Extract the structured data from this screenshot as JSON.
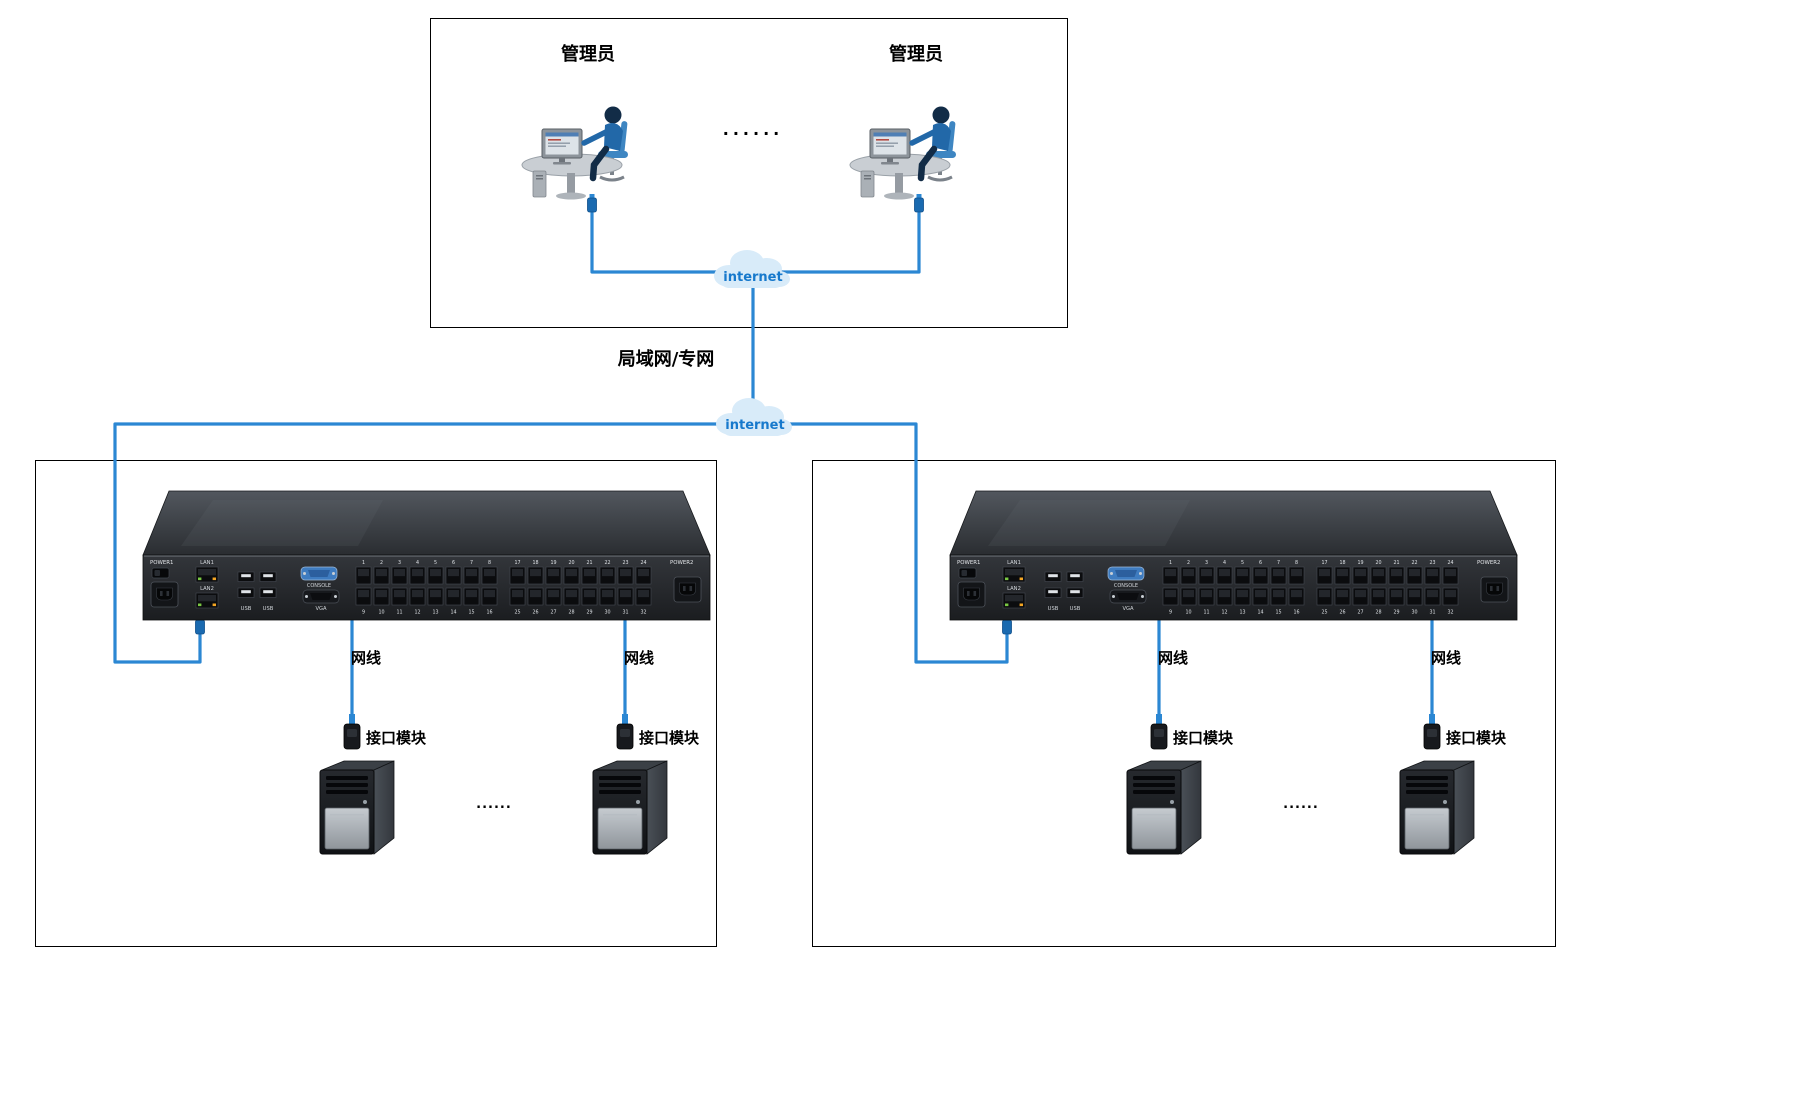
{
  "labels": {
    "admin": "管理员",
    "admin_dots": "......",
    "internet": "internet",
    "lan": "局域网/专网",
    "cable": "网线",
    "module": "接口模块",
    "server_dots": "......"
  },
  "device": {
    "power1": "POWER1",
    "power2": "POWER2",
    "lan1": "LAN1",
    "lan2": "LAN2",
    "usb": "USB",
    "console": "CONSOLE",
    "vga": "VGA",
    "ports_top": [
      "1",
      "2",
      "3",
      "4",
      "5",
      "6",
      "7",
      "8",
      "17",
      "18",
      "19",
      "20",
      "21",
      "22",
      "23",
      "24"
    ],
    "ports_bottom": [
      "9",
      "10",
      "11",
      "12",
      "13",
      "14",
      "15",
      "16",
      "25",
      "26",
      "27",
      "28",
      "29",
      "30",
      "31",
      "32"
    ]
  },
  "colors": {
    "cable": "#2b87d3",
    "cloud_fill": "#d8ebf9",
    "cloud_text": "#1779cc",
    "box_border": "#000000"
  }
}
